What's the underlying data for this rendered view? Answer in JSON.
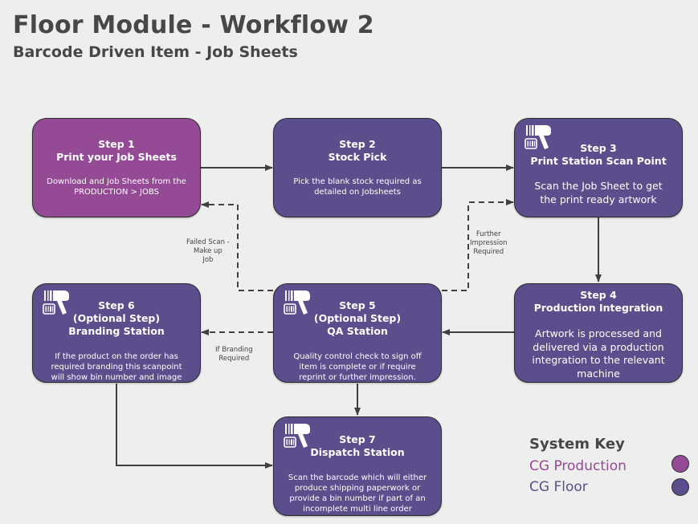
{
  "header": {
    "title": "Floor Module - Workflow 2",
    "subtitle": "Barcode Driven Item - Job Sheets"
  },
  "colors": {
    "production": "#944a94",
    "floor": "#5c4e8c",
    "connector": "#404040"
  },
  "steps": {
    "s1": {
      "step": "Step 1",
      "name": "Print your Job Sheets",
      "desc": "Download and Job Sheets from the PRODUCTION > JOBS",
      "owner": "CG Production"
    },
    "s2": {
      "step": "Step 2",
      "name": "Stock Pick",
      "desc": "Pick the blank stock required as detailed on Jobsheets",
      "owner": "CG Floor"
    },
    "s3": {
      "step": "Step 3",
      "name": "Print Station Scan Point",
      "desc": "Scan the Job Sheet to get the print ready artwork",
      "owner": "CG Floor",
      "icon": "barcode-scanner-icon"
    },
    "s4": {
      "step": "Step 4",
      "name": "Production Integration",
      "desc": "Artwork is processed and delivered via a production integration to the relevant machine",
      "owner": "CG Floor"
    },
    "s5": {
      "step": "Step 5",
      "opt": "(Optional Step)",
      "name": "QA Station",
      "desc": "Quality control check to sign off item is complete or if require reprint or further impression.",
      "owner": "CG Floor",
      "icon": "barcode-scanner-icon"
    },
    "s6": {
      "step": "Step 6",
      "opt": "(Optional Step)",
      "name": "Branding Station",
      "desc": "If the product on the order has required branding this scanpoint will show bin number and image",
      "owner": "CG Floor",
      "icon": "barcode-scanner-icon"
    },
    "s7": {
      "step": "Step 7",
      "name": "Dispatch Station",
      "desc": "Scan the barcode which will either produce shipping paperwork or provide a bin number if part of an incomplete multi line order",
      "owner": "CG Floor",
      "icon": "barcode-scanner-icon"
    }
  },
  "labels": {
    "failed_scan": [
      "Failed Scan -",
      "Make up",
      "Job"
    ],
    "further_impression": [
      "Further",
      "Impression",
      "Required"
    ],
    "if_branding": [
      "If Branding",
      "Required"
    ]
  },
  "key": {
    "title": "System Key",
    "items": [
      {
        "label": "CG Production",
        "color": "#944a94"
      },
      {
        "label": "CG Floor",
        "color": "#5c4e8c"
      }
    ]
  }
}
